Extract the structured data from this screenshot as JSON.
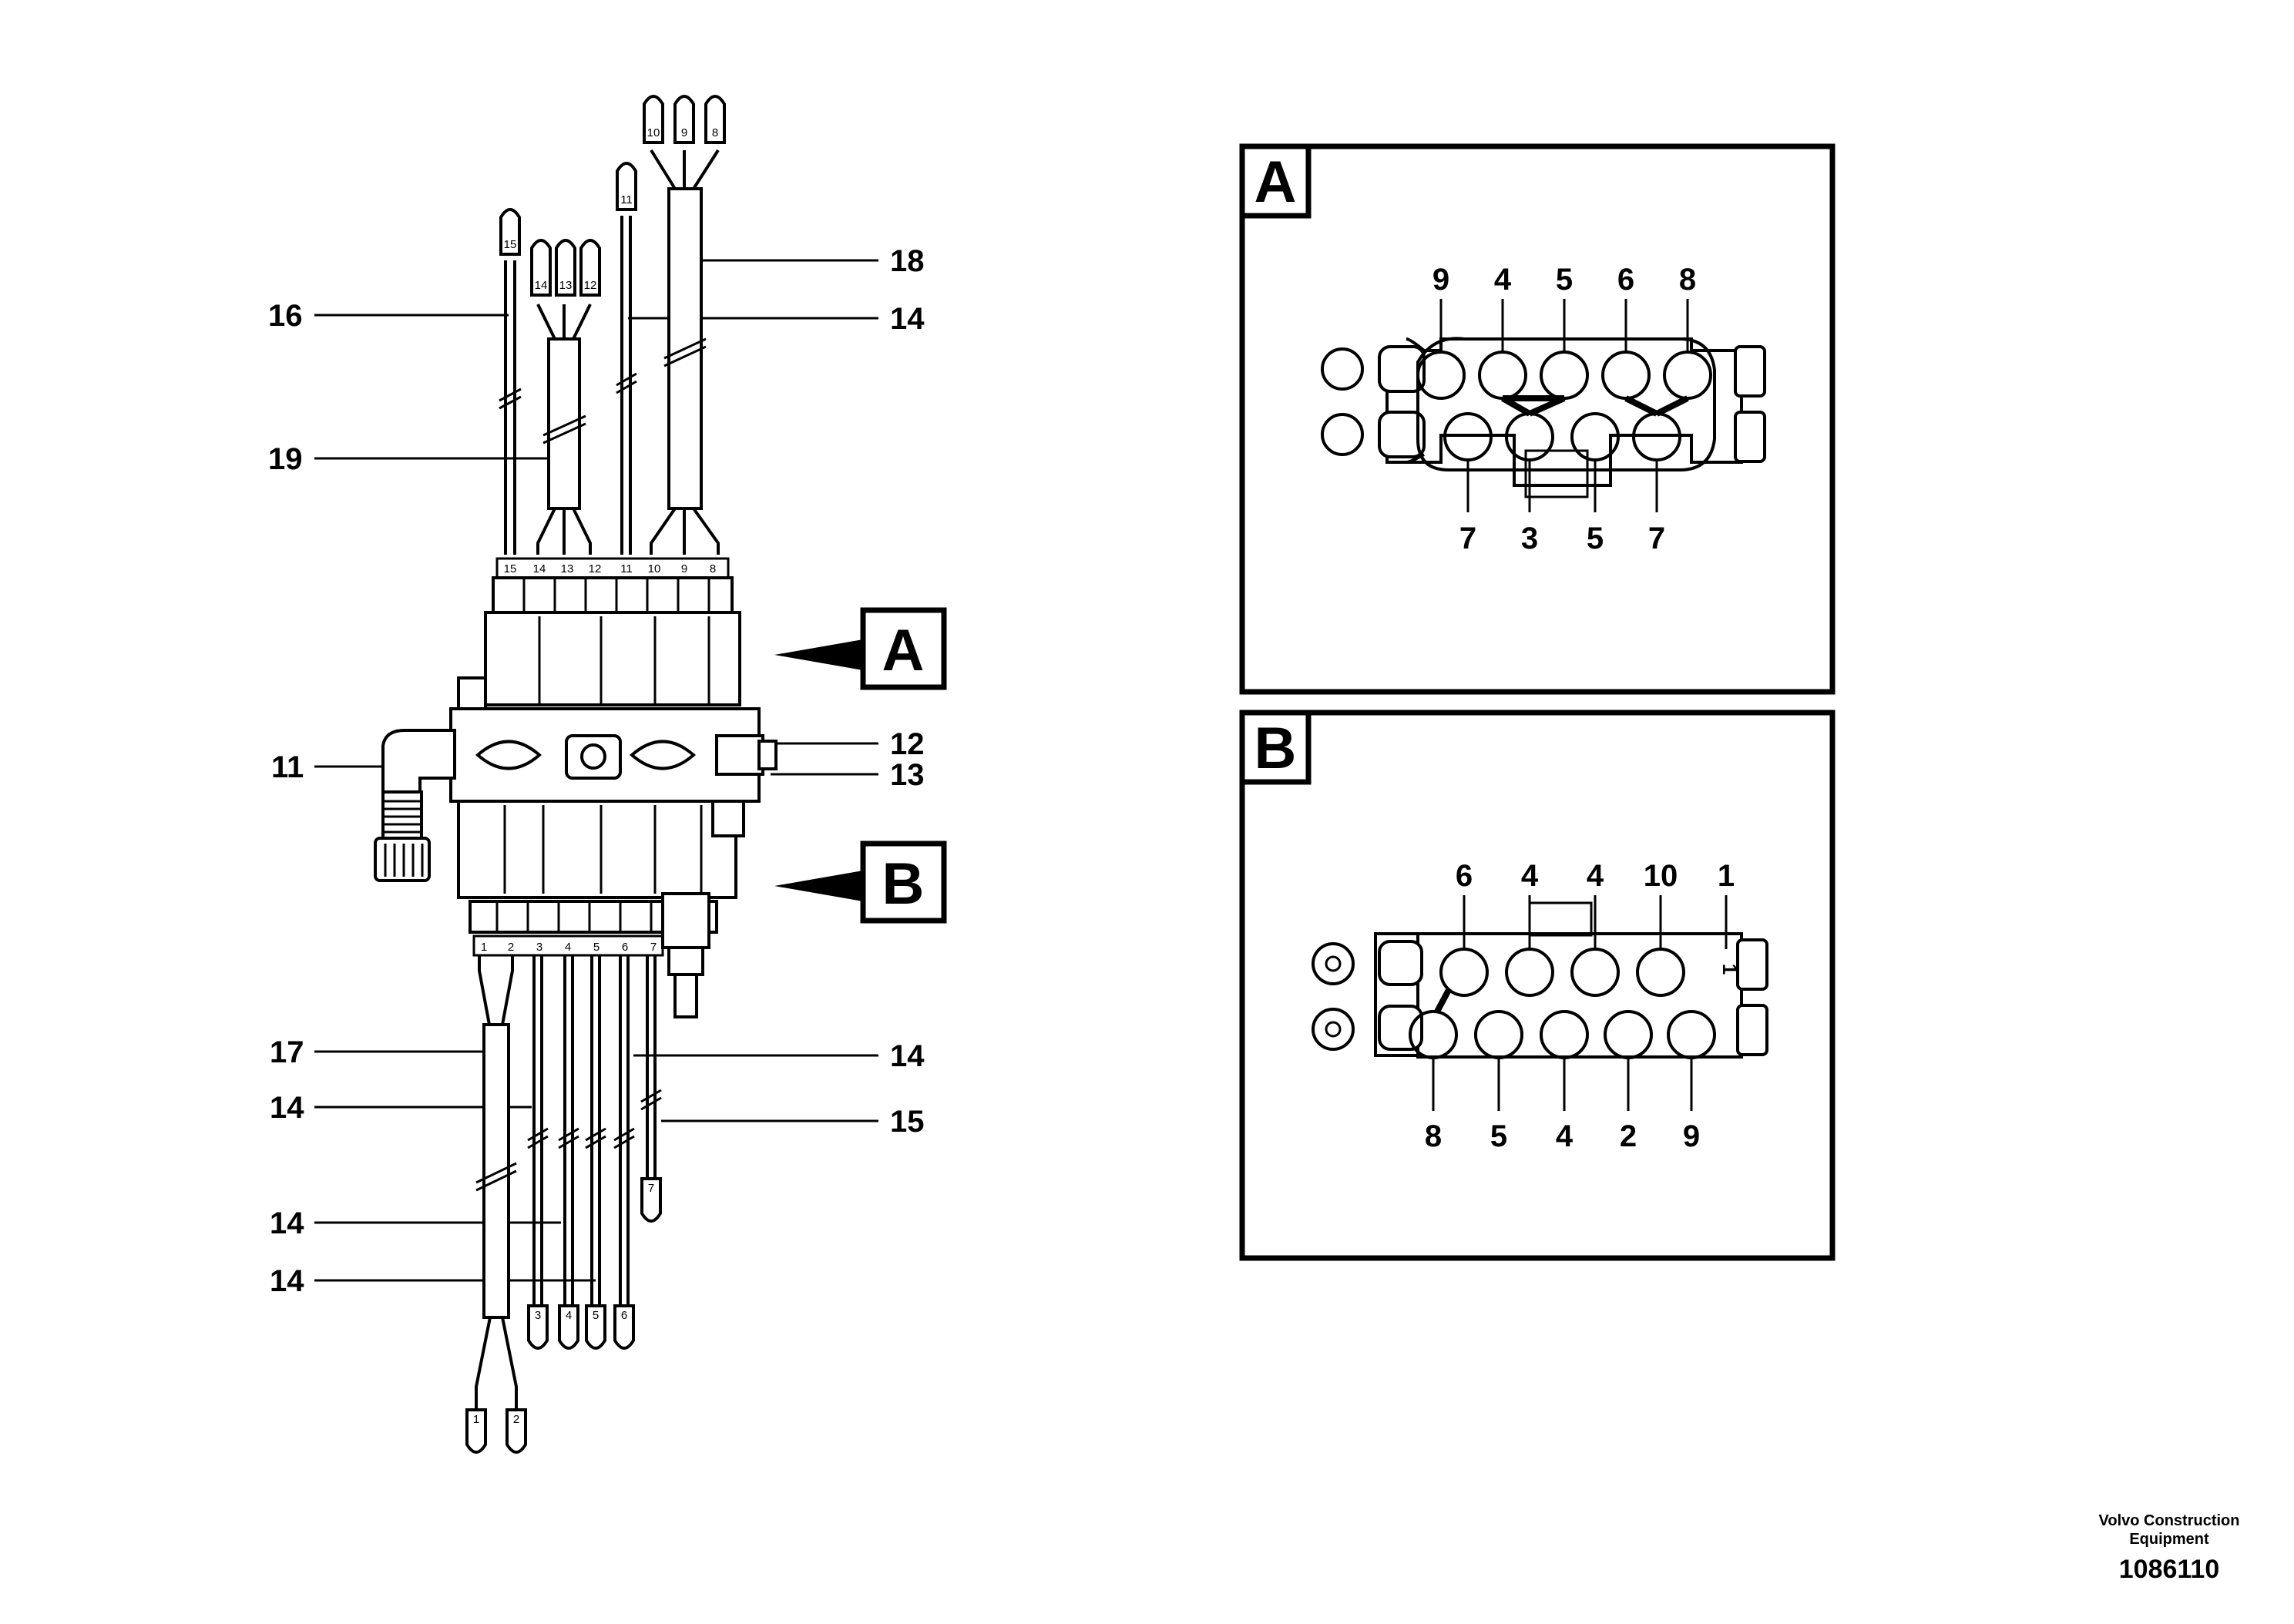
{
  "callouts_left": [
    {
      "id": "c16",
      "label": "16"
    },
    {
      "id": "c19",
      "label": "19"
    },
    {
      "id": "c11",
      "label": "11"
    },
    {
      "id": "c17",
      "label": "17"
    },
    {
      "id": "c14a",
      "label": "14"
    },
    {
      "id": "c14b",
      "label": "14"
    },
    {
      "id": "c14c",
      "label": "14"
    }
  ],
  "callouts_right": [
    {
      "id": "c18",
      "label": "18"
    },
    {
      "id": "c14t",
      "label": "14"
    },
    {
      "id": "c12",
      "label": "12"
    },
    {
      "id": "c13",
      "label": "13"
    },
    {
      "id": "c14r",
      "label": "14"
    },
    {
      "id": "c15",
      "label": "15"
    }
  ],
  "view_markers": {
    "a": "A",
    "b": "B"
  },
  "top_wire_tags": [
    "15",
    "14",
    "13",
    "12",
    "11",
    "10",
    "9",
    "8"
  ],
  "bottom_wire_tags": [
    "1",
    "2",
    "3",
    "4",
    "5",
    "6",
    "7"
  ],
  "view_a": {
    "letter": "A",
    "top_row_pins": [
      "9",
      "4",
      "5",
      "6",
      "8"
    ],
    "bottom_row_pins": [
      "7",
      "3",
      "5",
      "7"
    ]
  },
  "view_b": {
    "letter": "B",
    "top_row_pins": [
      "6",
      "4",
      "4",
      "10",
      "1"
    ],
    "bottom_row_pins": [
      "8",
      "5",
      "4",
      "2",
      "9"
    ],
    "side_mark": "1"
  },
  "footer": {
    "brand": "Volvo Construction Equipment",
    "part_number": "1086110"
  }
}
